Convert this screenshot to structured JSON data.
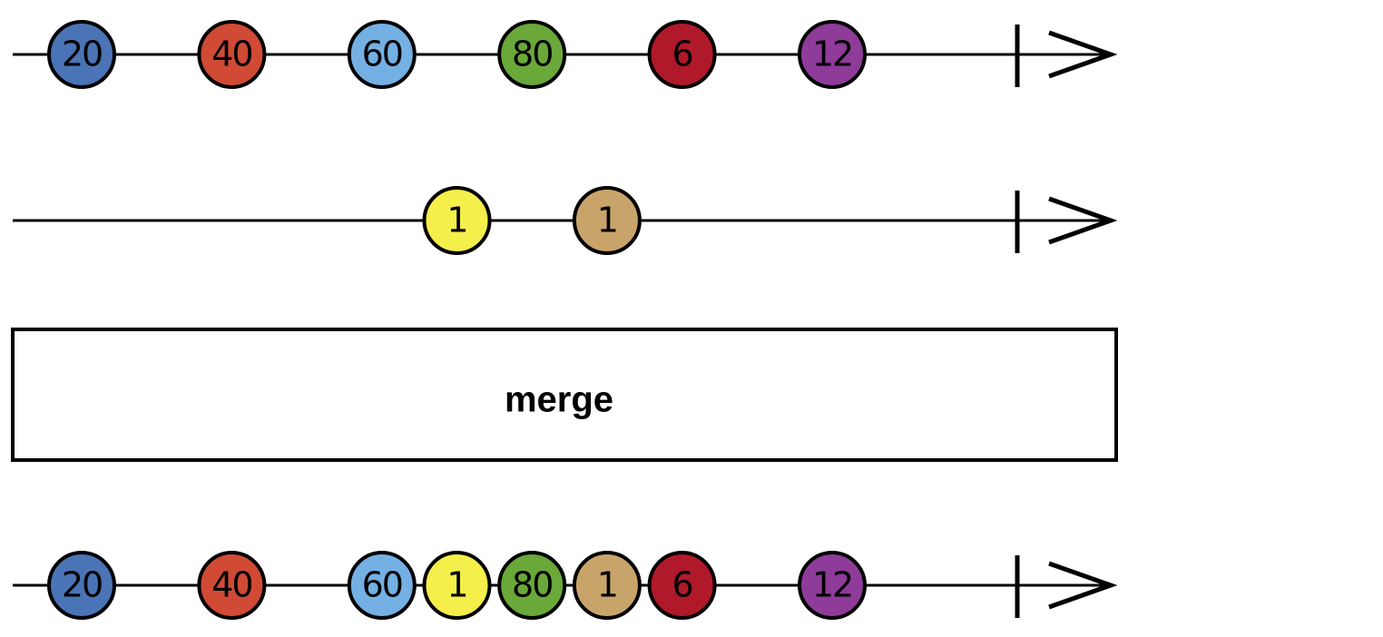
{
  "operator": {
    "label": "merge"
  },
  "colors": {
    "blue": "#4a74b5",
    "red": "#d04a35",
    "lightblue": "#74b0e4",
    "green": "#6aa83a",
    "crimson": "#b0192a",
    "purple": "#8e3b9a",
    "yellow": "#f4ef4a",
    "tan": "#c9a46a",
    "stroke": "#000000"
  },
  "timelines": [
    {
      "id": "input-1",
      "terminated": true,
      "marbles": [
        {
          "label": "20",
          "color": "blue",
          "t": 0
        },
        {
          "label": "40",
          "color": "red",
          "t": 1
        },
        {
          "label": "60",
          "color": "lightblue",
          "t": 2
        },
        {
          "label": "80",
          "color": "green",
          "t": 3
        },
        {
          "label": "6",
          "color": "crimson",
          "t": 4
        },
        {
          "label": "12",
          "color": "purple",
          "t": 5
        }
      ]
    },
    {
      "id": "input-2",
      "terminated": true,
      "marbles": [
        {
          "label": "1",
          "color": "yellow",
          "t": 2.5
        },
        {
          "label": "1",
          "color": "tan",
          "t": 3.5
        }
      ]
    },
    {
      "id": "output",
      "terminated": true,
      "marbles": [
        {
          "label": "20",
          "color": "blue",
          "t": 0
        },
        {
          "label": "40",
          "color": "red",
          "t": 1
        },
        {
          "label": "60",
          "color": "lightblue",
          "t": 2
        },
        {
          "label": "1",
          "color": "yellow",
          "t": 2.5
        },
        {
          "label": "80",
          "color": "green",
          "t": 3
        },
        {
          "label": "1",
          "color": "tan",
          "t": 3.5
        },
        {
          "label": "6",
          "color": "crimson",
          "t": 4
        },
        {
          "label": "12",
          "color": "purple",
          "t": 5
        }
      ]
    }
  ]
}
